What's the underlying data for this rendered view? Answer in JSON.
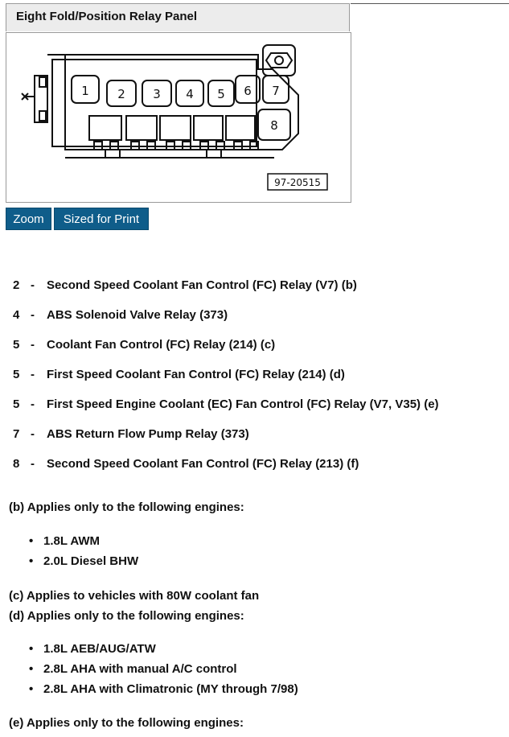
{
  "panel": {
    "title": "Eight Fold/Position Relay Panel",
    "figure_id": "97-20515",
    "slot_labels": [
      "1",
      "2",
      "3",
      "4",
      "5",
      "6",
      "7",
      "8"
    ]
  },
  "buttons": {
    "zoom": "Zoom",
    "print": "Sized for Print"
  },
  "relays": [
    {
      "number": "2",
      "dash": "-",
      "description": "Second Speed Coolant Fan Control (FC) Relay (V7) (b)"
    },
    {
      "number": "4",
      "dash": "-",
      "description": "ABS Solenoid Valve Relay (373)"
    },
    {
      "number": "5",
      "dash": "-",
      "description": "Coolant Fan Control (FC) Relay (214) (c)"
    },
    {
      "number": "5",
      "dash": "-",
      "description": "First Speed Coolant Fan Control (FC) Relay (214) (d)"
    },
    {
      "number": "5",
      "dash": "-",
      "description": "First Speed Engine Coolant (EC) Fan Control (FC) Relay (V7, V35) (e)"
    },
    {
      "number": "7",
      "dash": "-",
      "description": "ABS Return Flow Pump Relay (373)"
    },
    {
      "number": "8",
      "dash": "-",
      "description": "Second Speed Coolant Fan Control (FC) Relay (213) (f)"
    }
  ],
  "notes": {
    "b": {
      "text": "(b) Applies only to the following engines:",
      "items": [
        "1.8L AWM",
        "2.0L Diesel BHW"
      ]
    },
    "c": {
      "text": "(c) Applies to vehicles with 80W coolant fan"
    },
    "d": {
      "text": "(d) Applies only to the following engines:",
      "items": [
        "1.8L AEB/AUG/ATW",
        "2.8L AHA with manual A/C control",
        "2.8L AHA with Climatronic (MY through 7/98)"
      ]
    },
    "e": {
      "text": "(e) Applies only to the following engines:"
    }
  },
  "bullet_char": "•"
}
